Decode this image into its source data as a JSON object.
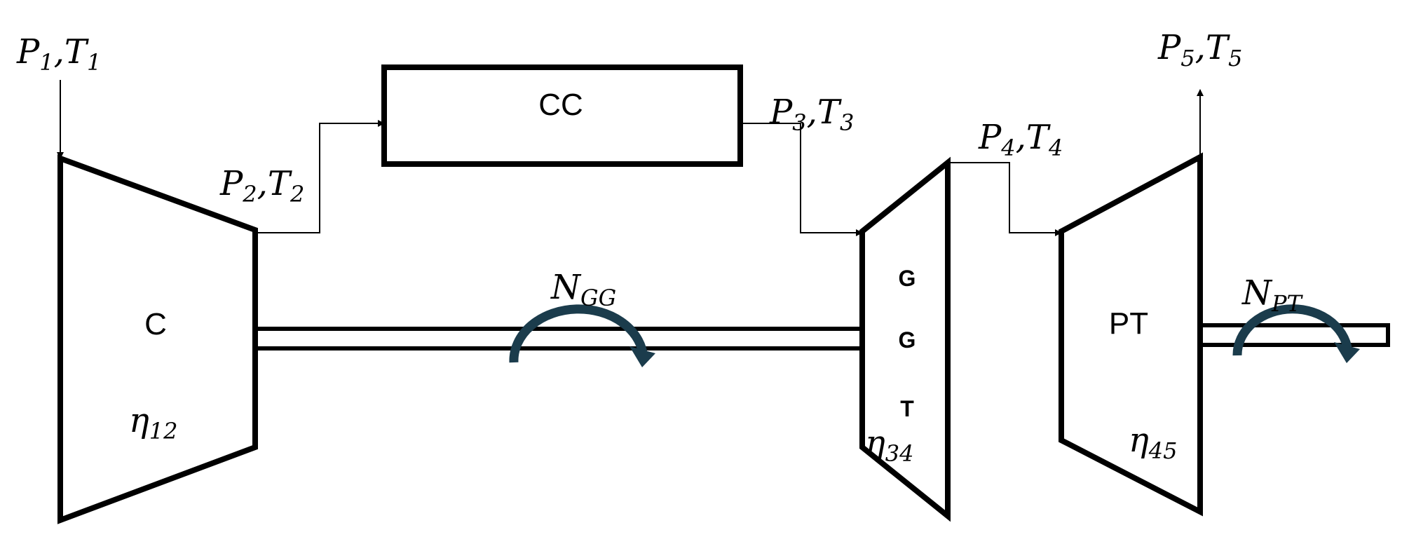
{
  "components": {
    "compressor": {
      "label": "C",
      "eff_base": "η",
      "eff_sub": "12"
    },
    "combustor": {
      "label": "CC"
    },
    "gas_generator_turbine": {
      "letters": [
        "G",
        "G",
        "T"
      ],
      "eff_base": "η",
      "eff_sub": "34"
    },
    "power_turbine": {
      "label": "PT",
      "eff_base": "η",
      "eff_sub": "45"
    }
  },
  "states": {
    "s1": {
      "p": "P",
      "t": "T",
      "sub": "1"
    },
    "s2": {
      "p": "P",
      "t": "T",
      "sub": "2"
    },
    "s3": {
      "p": "P",
      "t": "T",
      "sub": "3"
    },
    "s4": {
      "p": "P",
      "t": "T",
      "sub": "4"
    },
    "s5": {
      "p": "P",
      "t": "T",
      "sub": "5"
    }
  },
  "shafts": {
    "gg": {
      "base": "N",
      "sub": "GG"
    },
    "pt": {
      "base": "N",
      "sub": "PT"
    }
  }
}
